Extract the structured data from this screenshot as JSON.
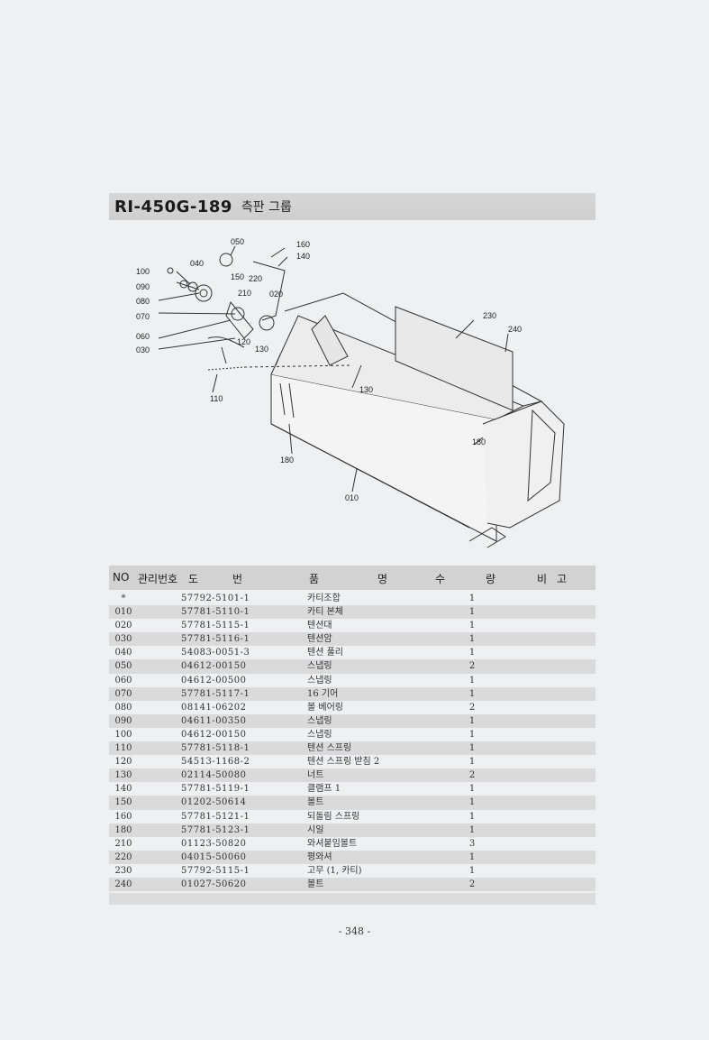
{
  "title": {
    "code": "RI-450G-189",
    "name": "측판 그룹"
  },
  "diagram_callouts": [
    "050",
    "160",
    "040",
    "140",
    "100",
    "150",
    "220",
    "090",
    "210",
    "020",
    "080",
    "070",
    "230",
    "240",
    "060",
    "120",
    "130",
    "030",
    "130",
    "110",
    "180",
    "180",
    "010"
  ],
  "table": {
    "headers": {
      "no": "NO",
      "mgmt": "관리번호",
      "drawing_1": "도",
      "drawing_2": "번",
      "name_1": "품",
      "name_2": "명",
      "qty_1": "수",
      "qty_2": "량",
      "remark_1": "비",
      "remark_2": "고"
    },
    "rows": [
      {
        "no": "*",
        "drawing": "57792-5101-1",
        "name": "카티조합",
        "qty": "1"
      },
      {
        "no": "010",
        "drawing": "57781-5110-1",
        "name": "카티 본체",
        "qty": "1"
      },
      {
        "no": "020",
        "drawing": "57781-5115-1",
        "name": "텐션대",
        "qty": "1"
      },
      {
        "no": "030",
        "drawing": "57781-5116-1",
        "name": "텐션암",
        "qty": "1"
      },
      {
        "no": "040",
        "drawing": "54083-0051-3",
        "name": "텐션 풀리",
        "qty": "1"
      },
      {
        "no": "050",
        "drawing": "04612-00150",
        "name": "스냅링",
        "qty": "2"
      },
      {
        "no": "060",
        "drawing": "04612-00500",
        "name": "스냅링",
        "qty": "1"
      },
      {
        "no": "070",
        "drawing": "57781-5117-1",
        "name": "16 기어",
        "qty": "1"
      },
      {
        "no": "080",
        "drawing": "08141-06202",
        "name": "볼 베어링",
        "qty": "2"
      },
      {
        "no": "090",
        "drawing": "04611-00350",
        "name": "스냅링",
        "qty": "1"
      },
      {
        "no": "100",
        "drawing": "04612-00150",
        "name": "스냅링",
        "qty": "1"
      },
      {
        "no": "110",
        "drawing": "57781-5118-1",
        "name": "텐션 스프링",
        "qty": "1"
      },
      {
        "no": "120",
        "drawing": "54513-1168-2",
        "name": "텐션 스프링 받침 2",
        "qty": "1"
      },
      {
        "no": "130",
        "drawing": "02114-50080",
        "name": "너트",
        "qty": "2"
      },
      {
        "no": "140",
        "drawing": "57781-5119-1",
        "name": "클램프 1",
        "qty": "1"
      },
      {
        "no": "150",
        "drawing": "01202-50614",
        "name": "볼트",
        "qty": "1"
      },
      {
        "no": "160",
        "drawing": "57781-5121-1",
        "name": "되돌림 스프링",
        "qty": "1"
      },
      {
        "no": "180",
        "drawing": "57781-5123-1",
        "name": "시일",
        "qty": "1"
      },
      {
        "no": "210",
        "drawing": "01123-50820",
        "name": "와셔붙임볼트",
        "qty": "3"
      },
      {
        "no": "220",
        "drawing": "04015-50060",
        "name": "평와셔",
        "qty": "1"
      },
      {
        "no": "230",
        "drawing": "57792-5115-1",
        "name": "고무 (1, 카티)",
        "qty": "1"
      },
      {
        "no": "240",
        "drawing": "01027-50620",
        "name": "볼트",
        "qty": "2"
      }
    ]
  },
  "page_number": "- 348 -"
}
